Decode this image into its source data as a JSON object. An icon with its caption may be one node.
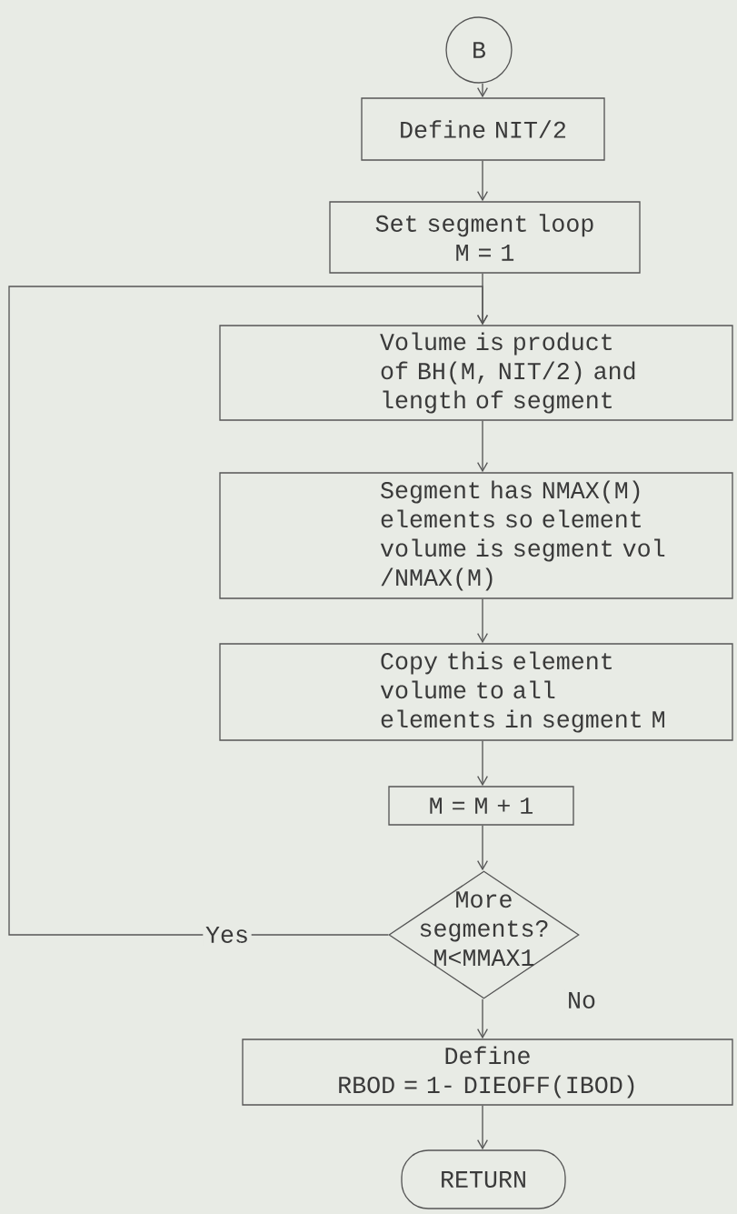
{
  "diagram": {
    "nodes": [
      {
        "text": [
          "B"
        ]
      },
      {
        "text": [
          "Define NIT/2"
        ]
      },
      {
        "text": [
          "Set segment loop M = 1"
        ]
      },
      {
        "text": [
          "Volume is product of BH(M, NIT/2) and length of segment"
        ]
      },
      {
        "text": [
          "Segment has NMAX(M) elements so element volume is segment vol /NMAX(M)"
        ]
      },
      {
        "text": [
          "Copy this element volume to all elements in segment M"
        ]
      },
      {
        "text": [
          "M = M + 1"
        ]
      },
      {
        "text": [
          "More segments? M<MMAX1"
        ]
      },
      {
        "text": [
          "Define RBOD = 1- DIEOFF(IBOD)"
        ]
      },
      {
        "text": [
          "RETURN"
        ]
      }
    ],
    "edges": [
      {
        "from": 0,
        "to": 1,
        "arrow": "to"
      },
      {
        "from": 1,
        "to": 2,
        "arrow": "to"
      },
      {
        "from": 2,
        "to": 3,
        "arrow": "to"
      },
      {
        "from": 3,
        "to": 4,
        "arrow": "to"
      },
      {
        "from": 4,
        "to": 5,
        "arrow": "to"
      },
      {
        "from": 5,
        "to": 6,
        "arrow": "to"
      },
      {
        "from": 6,
        "to": 7,
        "arrow": "to"
      },
      {
        "from": 7,
        "to": 3,
        "arrow": "to",
        "label": "Yes"
      },
      {
        "from": 7,
        "to": 8,
        "arrow": "to",
        "label": "No"
      },
      {
        "from": 8,
        "to": 9,
        "arrow": "to"
      }
    ]
  }
}
